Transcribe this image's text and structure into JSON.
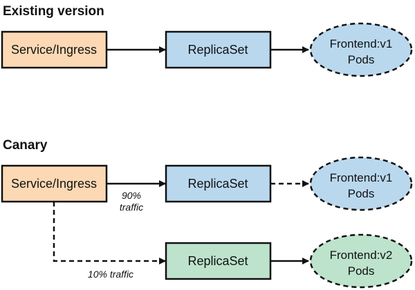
{
  "sections": {
    "existing": {
      "heading": "Existing version",
      "service_label": "Service/Ingress",
      "replicaset_label": "ReplicaSet",
      "pods": {
        "line1": "Frontend:v1",
        "line2": "Pods"
      }
    },
    "canary": {
      "heading": "Canary",
      "service_label": "Service/Ingress",
      "replicaset_v1_label": "ReplicaSet",
      "replicaset_v2_label": "ReplicaSet",
      "pods_v1": {
        "line1": "Frontend:v1",
        "line2": "Pods"
      },
      "pods_v2": {
        "line1": "Frontend:v2",
        "line2": "Pods"
      },
      "traffic_v1": {
        "line1": "90%",
        "line2": "traffic"
      },
      "traffic_v2": "10% traffic"
    }
  },
  "colors": {
    "service_fill": "#fcd9b4",
    "replicaset_fill": "#b9d8ee",
    "replicaset_v2_fill": "#bde3cc",
    "pods_v1_fill": "#b9d8ee",
    "pods_v2_fill": "#bde3cc",
    "stroke": "#111111"
  }
}
